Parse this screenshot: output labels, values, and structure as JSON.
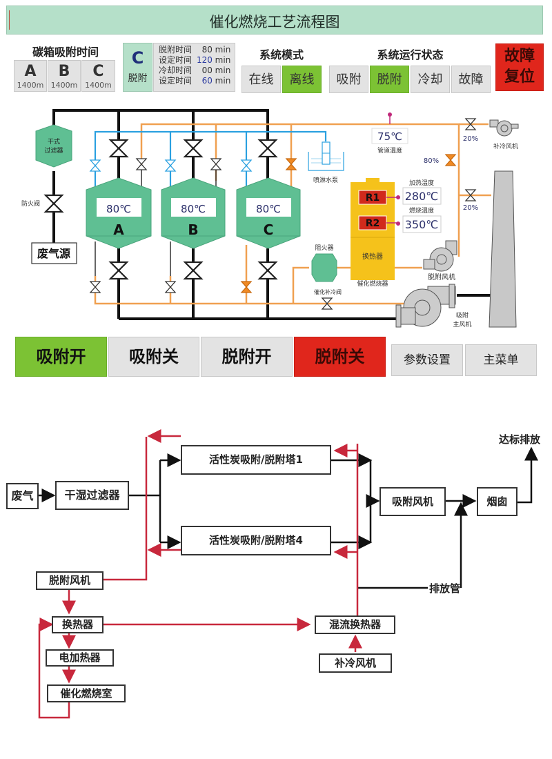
{
  "title": "催化燃烧工艺流程图",
  "carbon_box": {
    "header": "碳箱吸附时间",
    "tanks": [
      {
        "name": "A",
        "time": "1400m"
      },
      {
        "name": "B",
        "time": "1400m"
      },
      {
        "name": "C",
        "time": "1400m"
      }
    ]
  },
  "current_tank": {
    "name": "C",
    "mode": "脱附"
  },
  "params": [
    {
      "label": "脱附时间",
      "value": "80",
      "unit": "min"
    },
    {
      "label": "设定时间",
      "value": "120",
      "unit": "min"
    },
    {
      "label": "冷却时间",
      "value": "00",
      "unit": "min"
    },
    {
      "label": "设定时间",
      "value": "60",
      "unit": "min"
    }
  ],
  "system_mode": {
    "header": "系统模式",
    "options": [
      {
        "label": "在线",
        "active": false
      },
      {
        "label": "离线",
        "active": true
      }
    ]
  },
  "system_status": {
    "header": "系统运行状态",
    "options": [
      {
        "label": "吸附",
        "active": false
      },
      {
        "label": "脱附",
        "active": true
      },
      {
        "label": "冷却",
        "active": false
      },
      {
        "label": "故障",
        "active": false
      }
    ]
  },
  "fault_reset": {
    "line1": "故障",
    "line2": "复位"
  },
  "diagram": {
    "dry_filter": {
      "line1": "干式",
      "line2": "过滤器"
    },
    "fire_valve": "防火阀",
    "waste_gas_source": "废气源",
    "tanks": [
      {
        "name": "A",
        "temp": "80℃"
      },
      {
        "name": "B",
        "temp": "80℃"
      },
      {
        "name": "C",
        "temp": "80℃"
      }
    ],
    "pipe_temp": {
      "value": "75℃",
      "label": "管道温度"
    },
    "spray_pump": "喷淋水泵",
    "heating_temp": {
      "label": "加热温度",
      "value": "280℃"
    },
    "burn_temp": {
      "label": "燃烧温度",
      "value": "350℃"
    },
    "heaters": [
      "R1",
      "R2"
    ],
    "heat_exchanger": "换热器",
    "catalytic_burner": "催化燃烧器",
    "flame_arrester": "阻火器",
    "cat_cool_valve": "催化补冷阀",
    "valve_top_right_pct": "20%",
    "valve_mid_pct": "80%",
    "valve_stack_pct": "20%",
    "cool_fan": "补冷风机",
    "desorb_fan": "脱附风机",
    "main_fan": {
      "line1": "吸附",
      "line2": "主风机"
    }
  },
  "controls": {
    "adsorb_on": "吸附开",
    "adsorb_off": "吸附关",
    "desorb_on": "脱附开",
    "desorb_off": "脱附关",
    "params": "参数设置",
    "main_menu": "主菜单"
  },
  "flow": {
    "waste_gas": "废气",
    "dry_wet_filter": "干湿过滤器",
    "tower1": "活性炭吸附/脱附塔1",
    "tower4": "活性炭吸附/脱附塔4",
    "adsorb_fan": "吸附风机",
    "chimney": "烟囱",
    "discharge": "达标排放",
    "discharge_pipe": "排放管",
    "desorb_fan": "脱附风机",
    "heat_exchanger": "换热器",
    "electric_heater": "电加热器",
    "cat_chamber": "催化燃烧室",
    "mix_exchanger": "混流换热器",
    "cool_fan": "补冷风机"
  },
  "colors": {
    "active_green": "#7cc234",
    "alarm_red": "#e0261c",
    "tank_green": "#5fbf93",
    "pipe_orange": "#f0a050",
    "pipe_blue": "#2aa0e0",
    "burner_yellow": "#f5c21b",
    "flow_red": "#c8283c"
  }
}
